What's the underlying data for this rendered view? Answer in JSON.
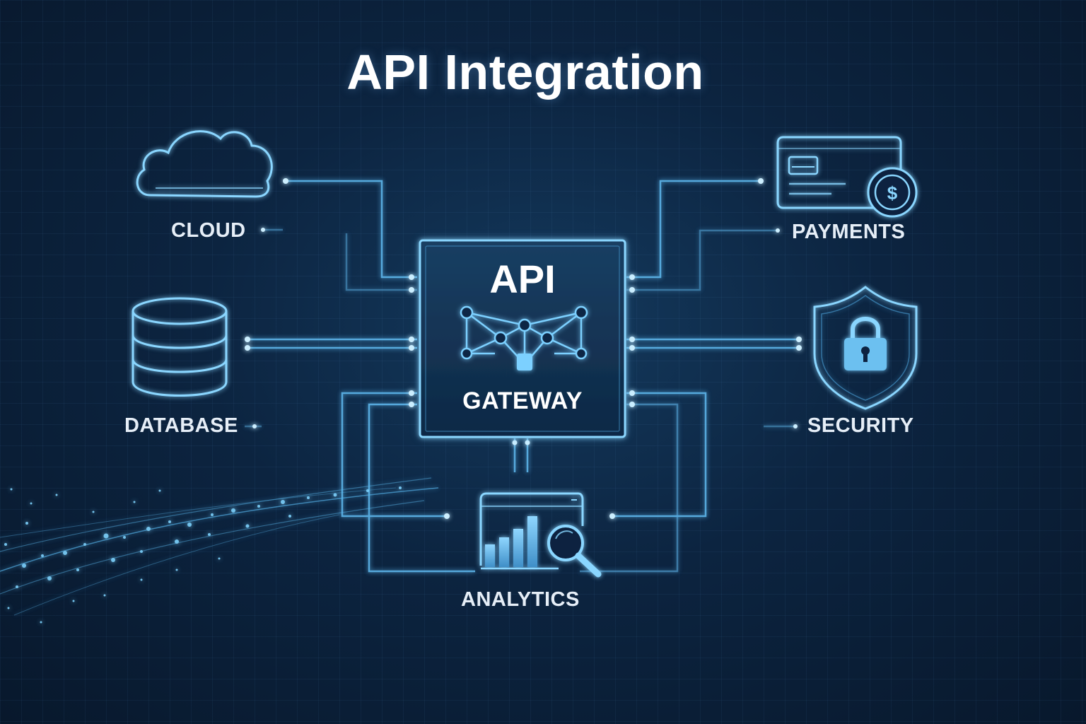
{
  "title": "API Integration",
  "gateway": {
    "title": "API",
    "subtitle": "GATEWAY"
  },
  "services": {
    "cloud": "CLOUD",
    "database": "DATABASE",
    "payments": "PAYMENTS",
    "security": "SECURITY",
    "analytics": "ANALYTICS"
  },
  "icons": [
    "cloud-icon",
    "database-icon",
    "payment-card-icon",
    "shield-lock-icon",
    "analytics-chart-icon",
    "network-node-icon"
  ],
  "colors": {
    "background": "#0c2440",
    "accent": "#6cc8ff",
    "text": "#e6eef7"
  }
}
